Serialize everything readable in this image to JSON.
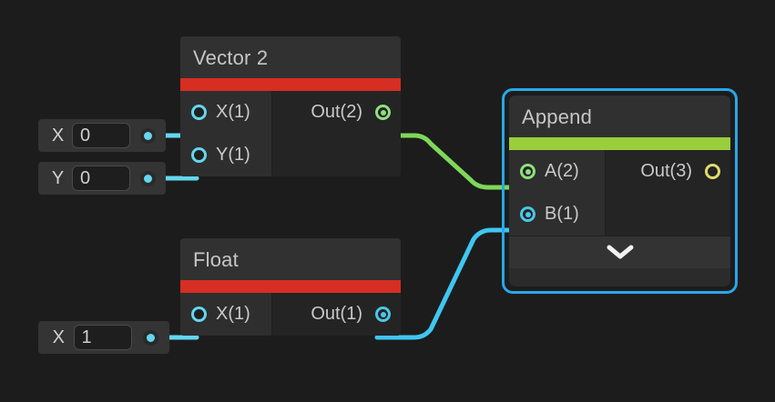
{
  "canvas": {
    "background": "#1c1c1c",
    "selection_color": "#29a7e8"
  },
  "widgets": [
    {
      "label": "X",
      "value": "0",
      "dot_color": "#63d7ef",
      "name": "vector2-x-widget"
    },
    {
      "label": "Y",
      "value": "0",
      "dot_color": "#63d7ef",
      "name": "vector2-y-widget"
    },
    {
      "label": "X",
      "value": "1",
      "dot_color": "#63d7ef",
      "name": "float-x-widget"
    }
  ],
  "nodes": [
    {
      "id": "vector2",
      "title": "Vector 2",
      "accent": "#d62e22",
      "selected": false,
      "inputs": [
        {
          "label": "X(1)",
          "port": "hollow-cyan",
          "color": "#63d7ef"
        },
        {
          "label": "Y(1)",
          "port": "hollow-cyan",
          "color": "#63d7ef"
        }
      ],
      "outputs": [
        {
          "label": "Out(2)",
          "port": "filled-green",
          "color": "#8fe07f"
        }
      ]
    },
    {
      "id": "float",
      "title": "Float",
      "accent": "#d62e22",
      "selected": false,
      "inputs": [
        {
          "label": "X(1)",
          "port": "hollow-cyan",
          "color": "#63d7ef"
        }
      ],
      "outputs": [
        {
          "label": "Out(1)",
          "port": "filled-cyan",
          "color": "#49c8e8"
        }
      ]
    },
    {
      "id": "append",
      "title": "Append",
      "accent": "#9ace3c",
      "selected": true,
      "inputs": [
        {
          "label": "A(2)",
          "port": "filled-green",
          "color": "#8fe07f"
        },
        {
          "label": "B(1)",
          "port": "filled-cyan",
          "color": "#49c8e8"
        }
      ],
      "outputs": [
        {
          "label": "Out(3)",
          "port": "hollow-yellow",
          "color": "#e2dc6a"
        }
      ],
      "footer_icon": "chevron-down-icon"
    }
  ],
  "connections": [
    {
      "from": "vector2.Out(2)",
      "to": "append.A(2)",
      "color": "#7fd858"
    },
    {
      "from": "float.Out(1)",
      "to": "append.B(1)",
      "color": "#3fc6f0"
    }
  ]
}
